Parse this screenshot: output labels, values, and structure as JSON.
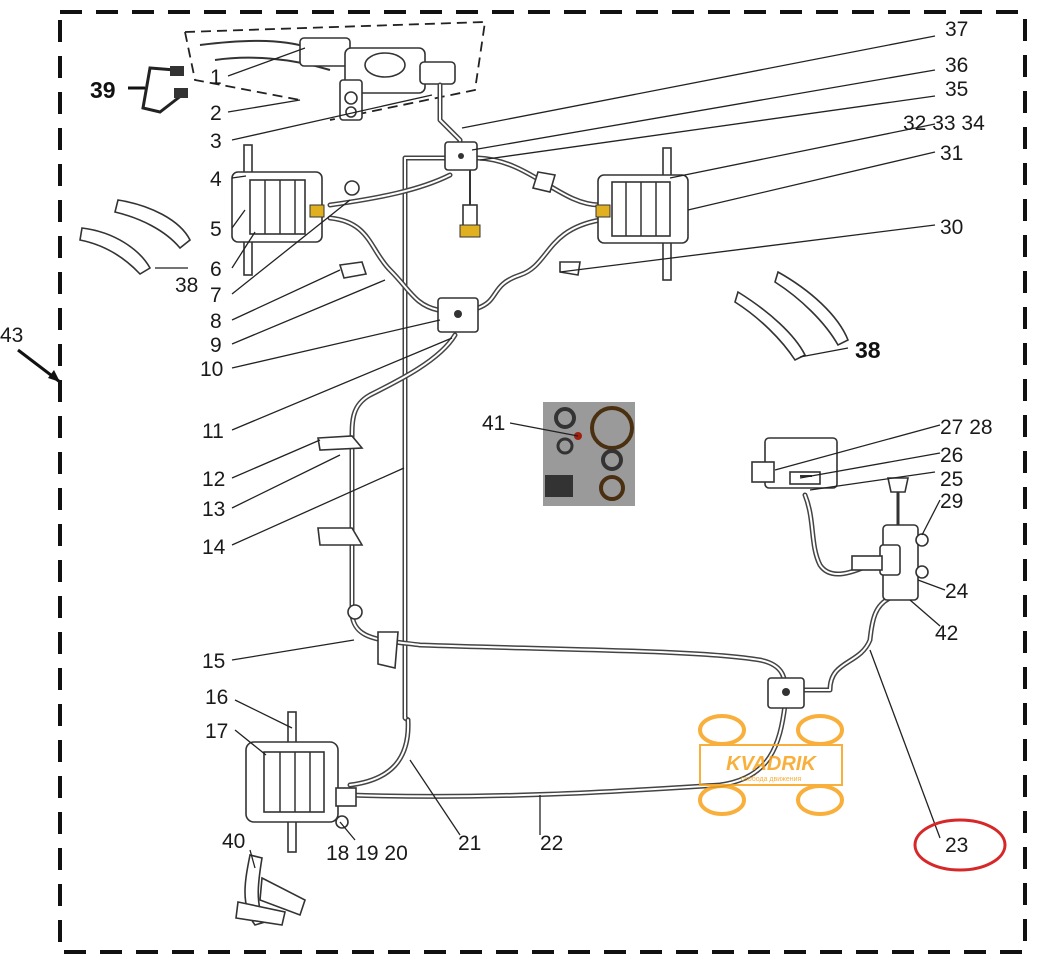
{
  "diagram": {
    "labels": [
      {
        "id": "1",
        "text": "1"
      },
      {
        "id": "2",
        "text": "2"
      },
      {
        "id": "3",
        "text": "3"
      },
      {
        "id": "4",
        "text": "4"
      },
      {
        "id": "5",
        "text": "5"
      },
      {
        "id": "6",
        "text": "6"
      },
      {
        "id": "7",
        "text": "7"
      },
      {
        "id": "8",
        "text": "8"
      },
      {
        "id": "9",
        "text": "9"
      },
      {
        "id": "10",
        "text": "10"
      },
      {
        "id": "11",
        "text": "11"
      },
      {
        "id": "12",
        "text": "12"
      },
      {
        "id": "13",
        "text": "13"
      },
      {
        "id": "14",
        "text": "14"
      },
      {
        "id": "15",
        "text": "15"
      },
      {
        "id": "16",
        "text": "16"
      },
      {
        "id": "17",
        "text": "17"
      },
      {
        "id": "18-19-20",
        "text": "18 19 20"
      },
      {
        "id": "21",
        "text": "21"
      },
      {
        "id": "22",
        "text": "22"
      },
      {
        "id": "23",
        "text": "23"
      },
      {
        "id": "24",
        "text": "24"
      },
      {
        "id": "25",
        "text": "25"
      },
      {
        "id": "26",
        "text": "26"
      },
      {
        "id": "27-28",
        "text": "27 28"
      },
      {
        "id": "29",
        "text": "29"
      },
      {
        "id": "30",
        "text": "30"
      },
      {
        "id": "31",
        "text": "31"
      },
      {
        "id": "32-33-34",
        "text": "32 33 34"
      },
      {
        "id": "35",
        "text": "35"
      },
      {
        "id": "36",
        "text": "36"
      },
      {
        "id": "37",
        "text": "37"
      },
      {
        "id": "38a",
        "text": "38"
      },
      {
        "id": "38b",
        "text": "38"
      },
      {
        "id": "39",
        "text": "39"
      },
      {
        "id": "40",
        "text": "40"
      },
      {
        "id": "41",
        "text": "41"
      },
      {
        "id": "42",
        "text": "42"
      },
      {
        "id": "43",
        "text": "43"
      }
    ],
    "watermark": {
      "brand": "KVADRIK",
      "tagline": "свобода движения"
    },
    "colors": {
      "line": "#222222",
      "highlight": "#d62828",
      "watermark": "#f7a21b"
    }
  }
}
